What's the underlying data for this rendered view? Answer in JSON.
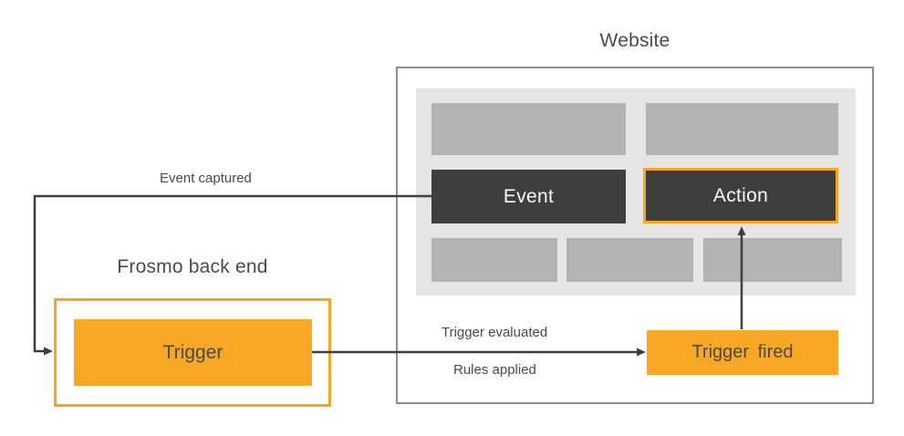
{
  "colors": {
    "orange": "#f5a623",
    "orange-fill": "#f9a825",
    "dark": "#3e3e3e",
    "label-dark": "#4a4a4a",
    "placeholder-gray": "#b3b3b3",
    "panel-gray": "#e5e5e5",
    "website-border": "#8f8f8f",
    "connector": "#3f3f3f"
  },
  "website": {
    "title": "Website",
    "event_label": "Event",
    "action_label": "Action"
  },
  "frosmo": {
    "title": "Frosmo back end",
    "trigger_label": "Trigger"
  },
  "trigger_fired": {
    "label": "Trigger fired"
  },
  "arrows": {
    "event_captured": "Event captured",
    "trigger_evaluated": "Trigger evaluated",
    "rules_applied": "Rules applied"
  }
}
